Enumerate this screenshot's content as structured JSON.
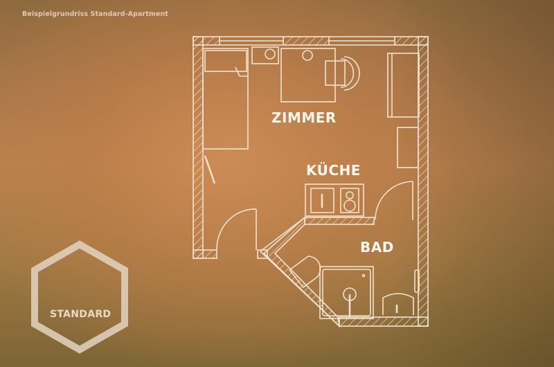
{
  "caption": "Beispielgrundriss Standard-Apartment",
  "rooms": {
    "zimmer": "ZIMMER",
    "kueche": "KÜCHE",
    "bad": "BAD"
  },
  "badge": {
    "label": "STANDARD",
    "shape": "hexagon-outline"
  },
  "colors": {
    "line": "#f3e3cf",
    "badge": "#e3d4c2",
    "background_center": "#c98b55",
    "background_edge": "#7d6535"
  }
}
